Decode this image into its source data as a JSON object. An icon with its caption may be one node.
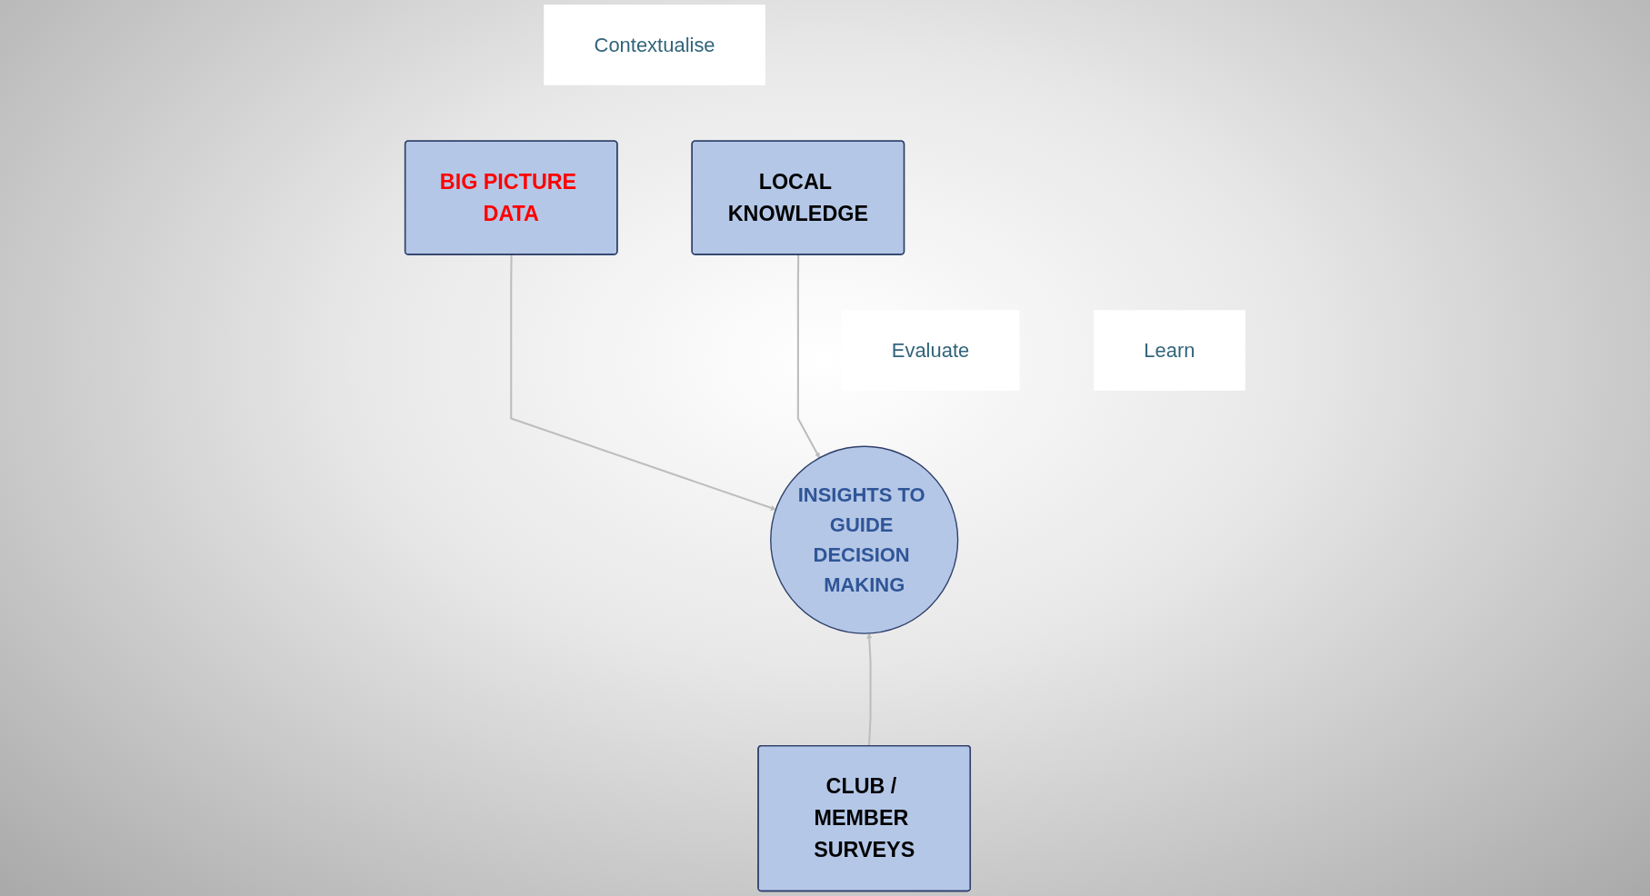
{
  "diagram": {
    "nodes": [
      {
        "text": [
          "BIG PICTURE DATA"
        ]
      },
      {
        "text": [
          "Contextualise"
        ]
      },
      {
        "text": [
          "LOCAL KNOWLEDGE"
        ]
      },
      {
        "text": [
          "INSIGHTS TO GUIDE DECISION MAKING"
        ]
      },
      {
        "text": [
          "Evaluate"
        ]
      },
      {
        "text": [
          "Learn"
        ]
      },
      {
        "text": [
          "CLUB / MEMBER SURVEYS"
        ]
      }
    ],
    "edges": [
      {
        "from": 0,
        "to": 3,
        "arrow": "to"
      },
      {
        "from": 2,
        "to": 3,
        "arrow": "to"
      },
      {
        "from": 6,
        "to": 3,
        "arrow": "to"
      }
    ]
  }
}
